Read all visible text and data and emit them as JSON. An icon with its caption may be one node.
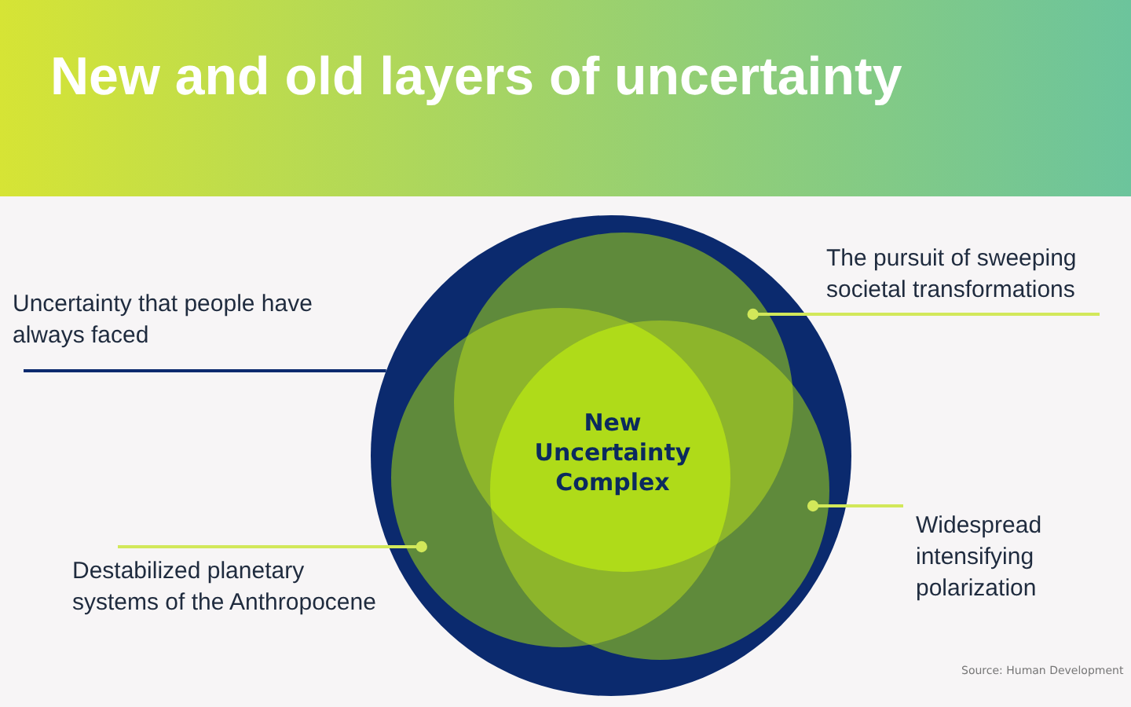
{
  "diagram": {
    "title": "New and old layers of uncertainty",
    "nodes": [
      {
        "text": [
          "Uncertainty that people have always faced"
        ]
      },
      {
        "text": [],
        "shape": "circle"
      },
      {
        "text": [],
        "shape": "circle",
        "in": 1
      },
      {
        "text": [],
        "shape": "circle",
        "in": 1
      },
      {
        "text": [],
        "shape": "circle",
        "in": 1
      },
      {
        "text": [
          "The pursuit of sweeping societal transformations"
        ]
      },
      {
        "text": [
          "Widespread intensifying polarization"
        ]
      },
      {
        "text": [
          "Destabilized planetary systems of the Anthropocene"
        ]
      }
    ],
    "edges": [
      {
        "from": 0,
        "to": 1,
        "arrow": "none",
        "color": "#0b2a6e"
      },
      {
        "from": 5,
        "to": 2,
        "arrow": "other"
      },
      {
        "from": 6,
        "to": 4,
        "arrow": "other"
      },
      {
        "from": 7,
        "to": 3,
        "arrow": "other"
      }
    ],
    "labels": [
      "New Uncertainty Complex",
      "Source: Human Development"
    ]
  }
}
